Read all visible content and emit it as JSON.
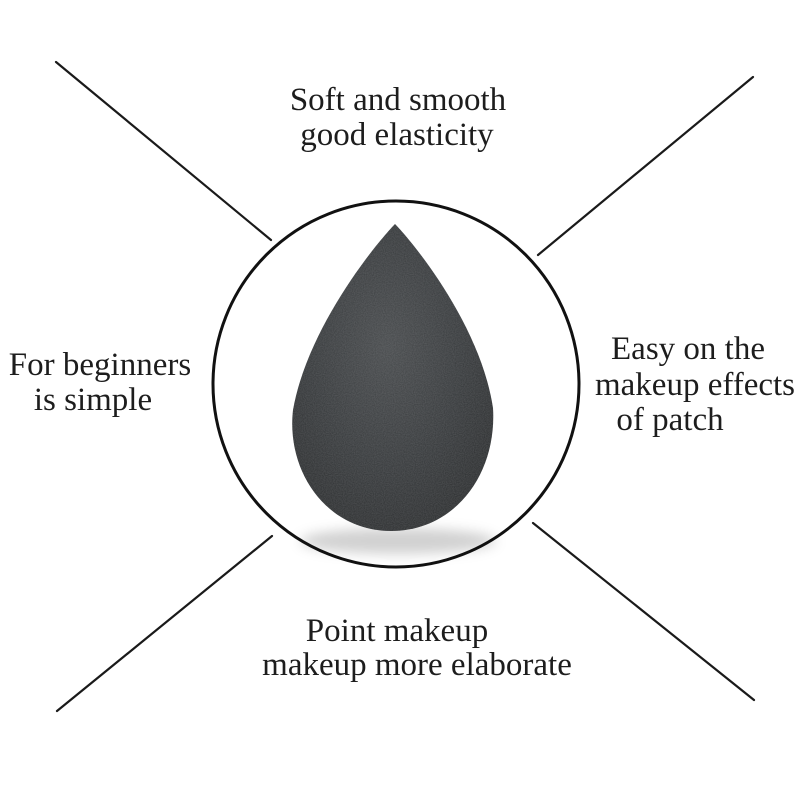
{
  "figure": {
    "subject": "black teardrop makeup sponge inside a spotlight circle with four corner callout lines"
  },
  "colors": {
    "background": "#ffffff",
    "line": "#1a1a1a",
    "text": "#1d1d1d",
    "circle_stroke": "#111111",
    "circle_fill": "#ffffff",
    "sponge_light": "#46494b",
    "sponge_mid": "#35383a",
    "sponge_dark": "#282a2b",
    "shadow": "rgba(0,0,0,0.18)"
  },
  "callouts": {
    "top": {
      "lines": [
        "Soft and smooth",
        "good elasticity"
      ]
    },
    "left": {
      "lines": [
        "For beginners",
        "is simple"
      ]
    },
    "right": {
      "lines": [
        "Easy on the",
        "makeup effects",
        "of patch"
      ]
    },
    "bottom": {
      "lines": [
        "Point makeup",
        "makeup more elaborate"
      ]
    }
  }
}
